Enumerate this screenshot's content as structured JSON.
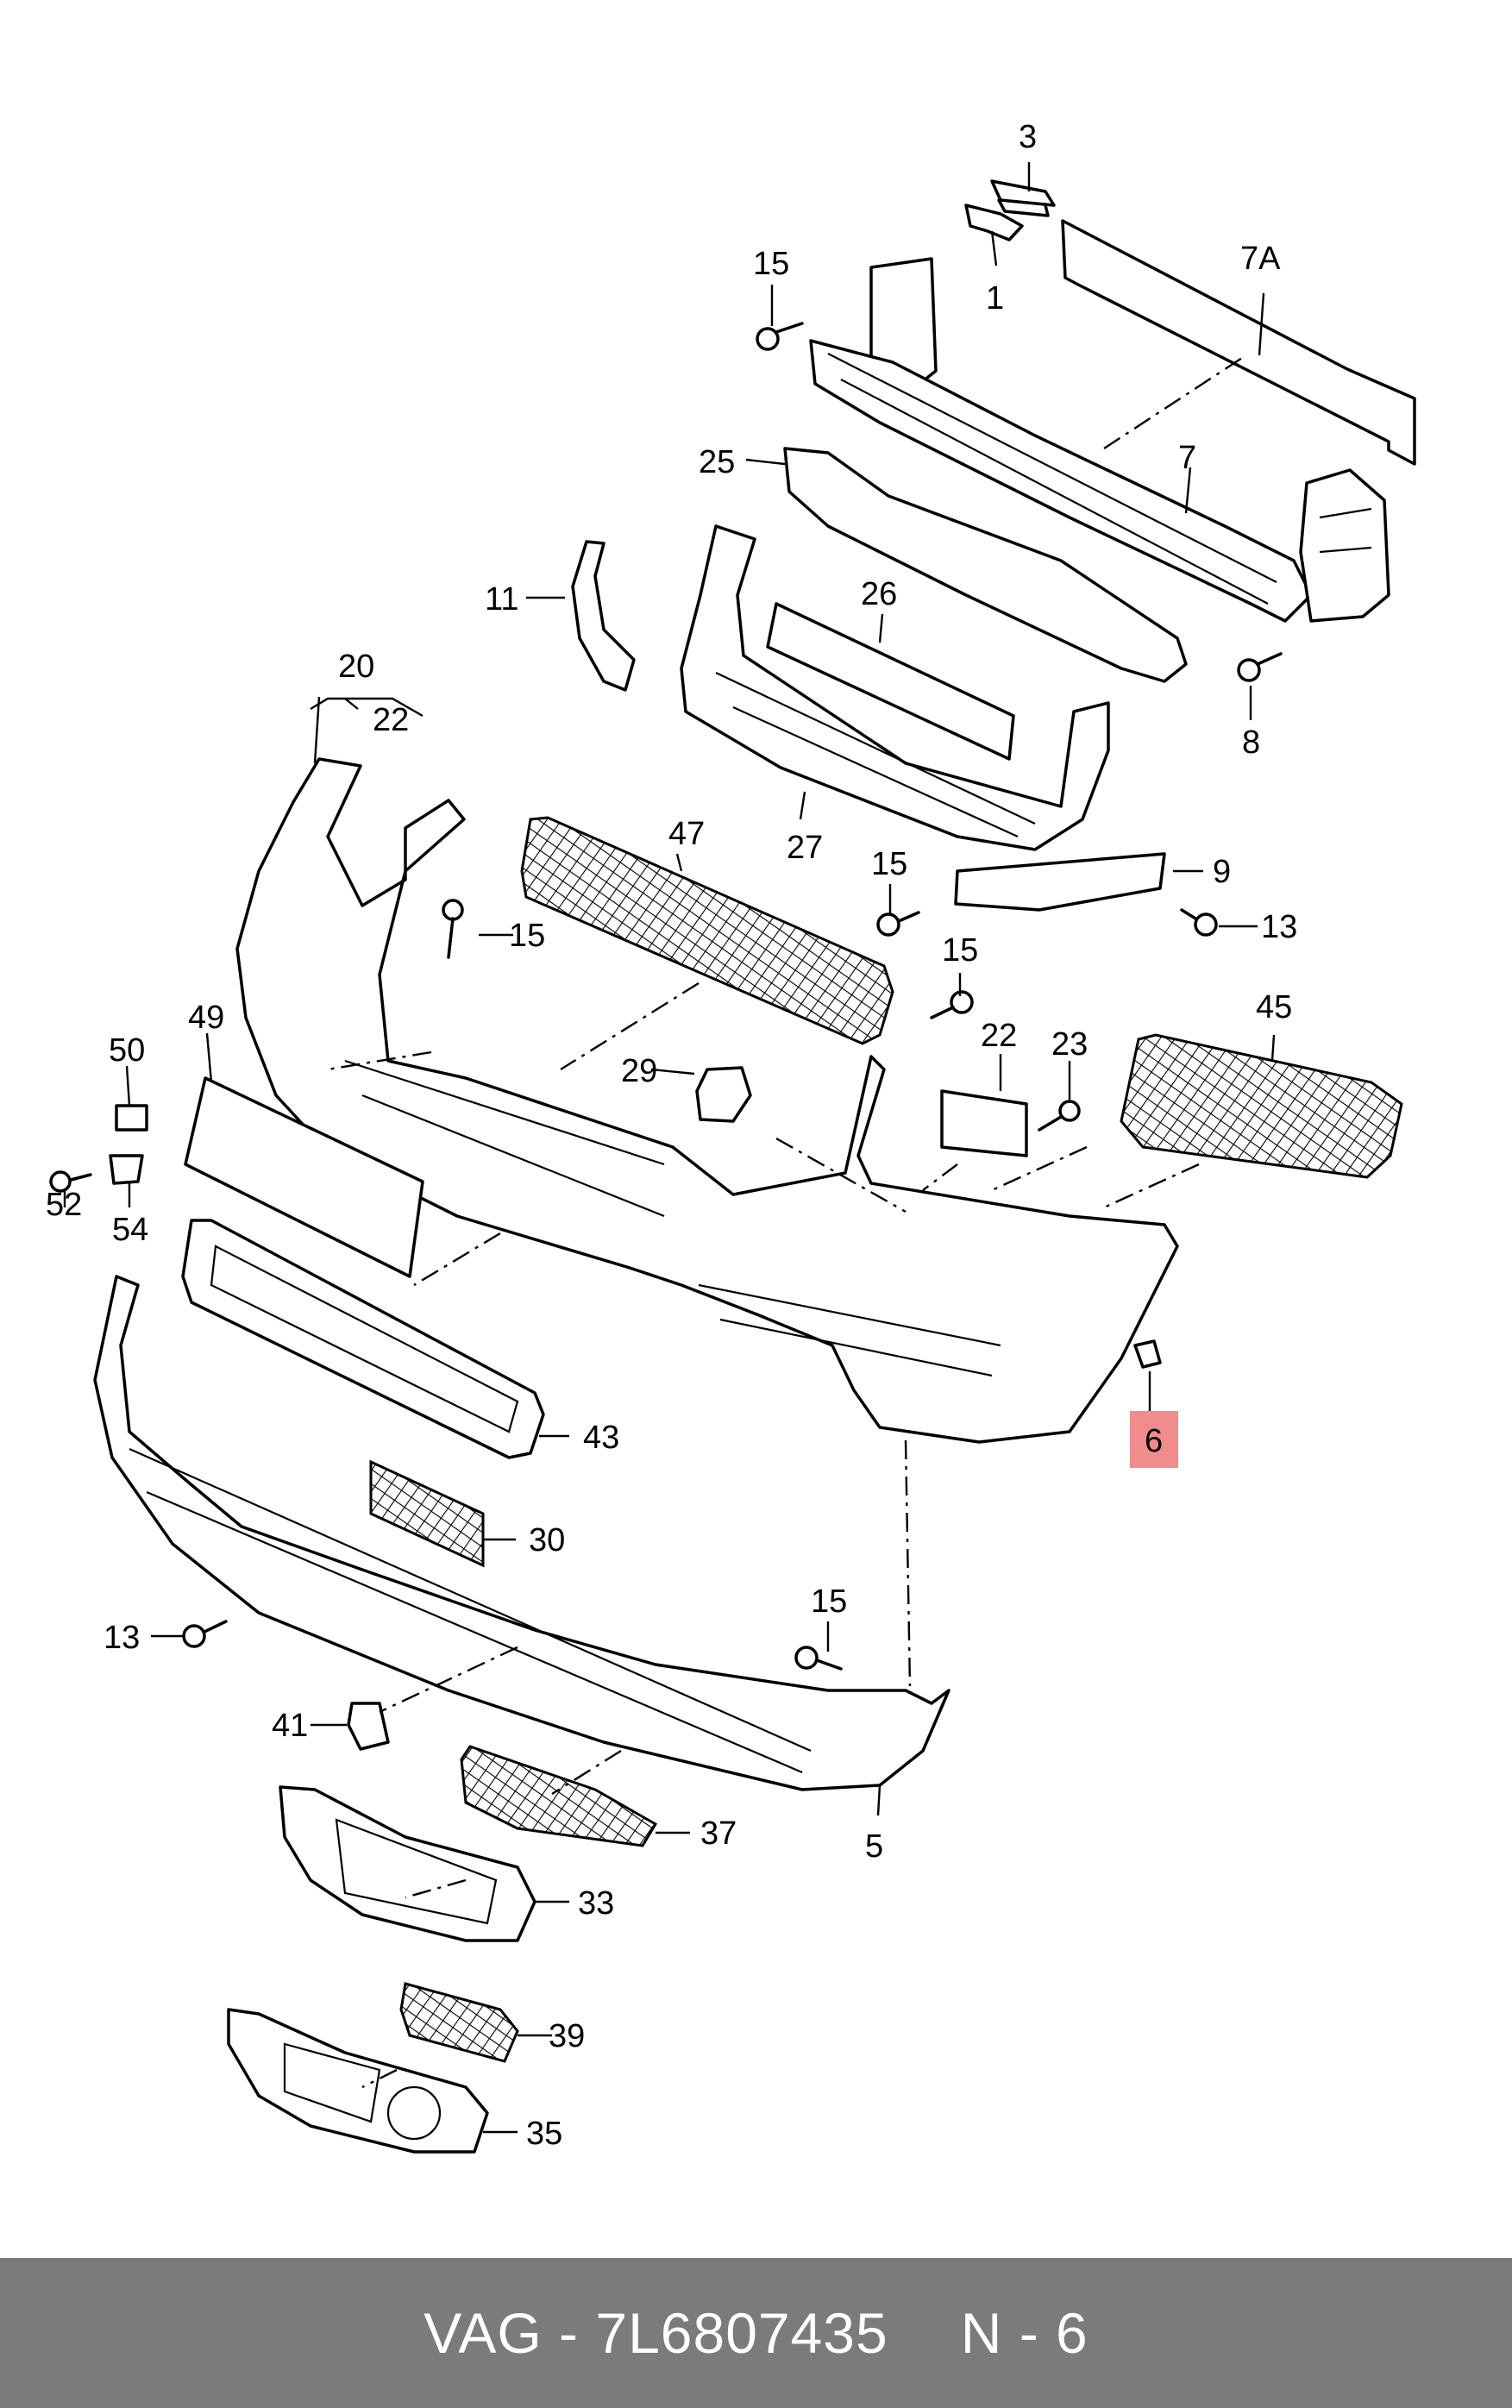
{
  "diagram": {
    "callouts": {
      "c1": "1",
      "c3": "3",
      "c5": "5",
      "c6": "6",
      "c7": "7",
      "c7a": "7A",
      "c8": "8",
      "c9": "9",
      "c11": "11",
      "c13a": "13",
      "c13b": "13",
      "c15a": "15",
      "c15b": "15",
      "c15c": "15",
      "c15d": "15",
      "c15e": "15",
      "c20": "20",
      "c22a": "22",
      "c22b": "22",
      "c23": "23",
      "c25": "25",
      "c26": "26",
      "c27": "27",
      "c29": "29",
      "c30": "30",
      "c33": "33",
      "c35": "35",
      "c37": "37",
      "c39": "39",
      "c41": "41",
      "c43": "43",
      "c45": "45",
      "c47": "47",
      "c49": "49",
      "c50": "50",
      "c52": "52",
      "c54": "54"
    },
    "highlight_color": "#f08c8c",
    "highlighted_part": "6"
  },
  "footer": {
    "part_code": "VAG - 7L6807435",
    "position": "N - 6"
  }
}
